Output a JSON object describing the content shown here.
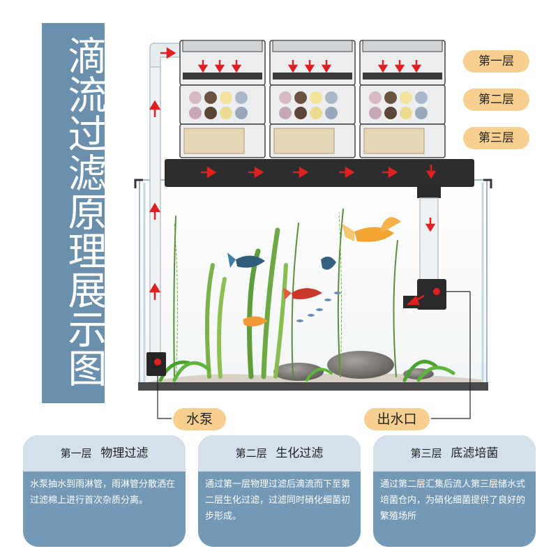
{
  "title": "滴流过滤原理展示图",
  "layers": [
    {
      "label": "第一层"
    },
    {
      "label": "第二层"
    },
    {
      "label": "第三层"
    }
  ],
  "callouts": {
    "pump": "水泵",
    "outlet": "出水口"
  },
  "cards": [
    {
      "layer": "第一层",
      "name": "物理过滤",
      "text": "水泵抽水到雨淋管，雨淋管分散洒在过滤棉上进行首次杂质分离。"
    },
    {
      "layer": "第二层",
      "name": "生化过滤",
      "text": "通过第一层物理过滤后滴流而下至第二层生化过滤，过滤同时硝化细菌初步形成。"
    },
    {
      "layer": "第三层",
      "name": "底滤培菌",
      "text": "通过第二层汇集后流人第三层储水式培菌仓内，为硝化细菌提供了良好的繁殖场所"
    }
  ],
  "colors": {
    "panel": "#6b90ae",
    "pill": "#f7cf8f",
    "card": "#7399b7",
    "card_head": "#d4e1ec",
    "arrow": "#e02020",
    "rail": "#2d2d2d"
  },
  "icons": [
    "flow-arrow-icon",
    "pump-icon",
    "outlet-icon",
    "fish-icon",
    "plant-icon"
  ]
}
